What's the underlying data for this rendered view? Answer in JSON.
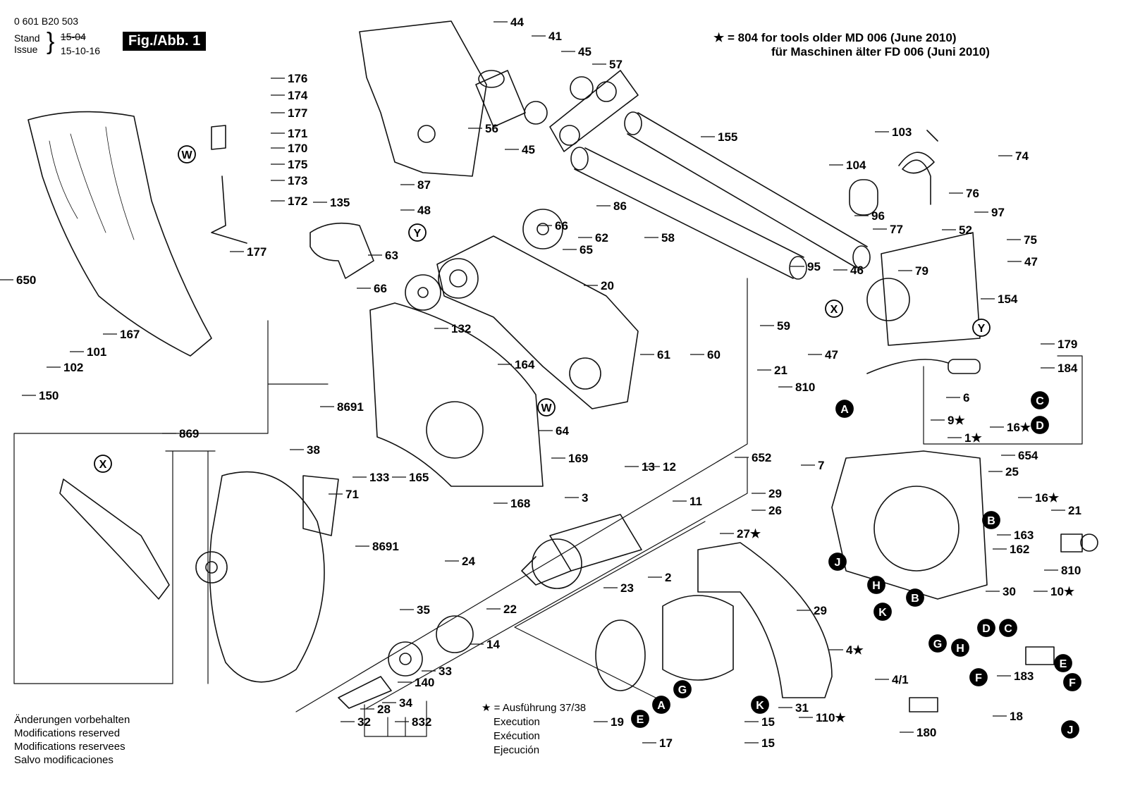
{
  "header": {
    "doc_number": "0 601 B20 503",
    "stand_label": "Stand",
    "stand_value": "15-04",
    "issue_label": "Issue",
    "issue_value": "15-10-16",
    "figure_label": "Fig./Abb. 1"
  },
  "note": {
    "line1": "★ = 804  for tools older MD 006 (June 2010)",
    "line2": "für Maschinen älter FD 006 (Juni 2010)"
  },
  "footer": {
    "lines": [
      "Änderungen vorbehalten",
      "Modifications reserved",
      "Modifications reservees",
      "Salvo modificaciones"
    ]
  },
  "execution": {
    "lines": [
      "★ = Ausführung 37/38",
      "Execution",
      "Exécution",
      "Ejecución"
    ]
  },
  "part_labels": [
    "44",
    "41",
    "45",
    "57",
    "56",
    "45",
    "155",
    "103",
    "74",
    "104",
    "76",
    "97",
    "52",
    "75",
    "96",
    "77",
    "79",
    "47",
    "95",
    "46",
    "154",
    "176",
    "174",
    "177",
    "171",
    "170",
    "175",
    "173",
    "172",
    "177",
    "650",
    "135",
    "87",
    "48",
    "86",
    "58",
    "66",
    "62",
    "65",
    "63",
    "66",
    "20",
    "132",
    "167",
    "101",
    "102",
    "150",
    "164",
    "61",
    "60",
    "59",
    "21",
    "810",
    "47",
    "6",
    "184",
    "179",
    "8691",
    "869",
    "38",
    "133",
    "71",
    "165",
    "169",
    "64",
    "168",
    "8691",
    "652",
    "9★",
    "1★",
    "16★",
    "25",
    "654",
    "12",
    "13",
    "11",
    "7",
    "3",
    "29",
    "26",
    "27★",
    "16★",
    "163",
    "162",
    "21",
    "810",
    "24",
    "22",
    "14",
    "35",
    "33",
    "140",
    "34",
    "28",
    "32",
    "832",
    "23",
    "2",
    "29",
    "4★",
    "30",
    "10★",
    "19",
    "17",
    "15",
    "15",
    "31",
    "110★",
    "4/1",
    "183",
    "180",
    "18"
  ],
  "callouts": [
    "W",
    "Y",
    "X",
    "X",
    "Y",
    "W",
    "A",
    "B",
    "C",
    "D",
    "J",
    "H",
    "K",
    "B",
    "G",
    "H",
    "G",
    "K",
    "A",
    "E",
    "D",
    "C",
    "E",
    "F",
    "F",
    "J"
  ]
}
